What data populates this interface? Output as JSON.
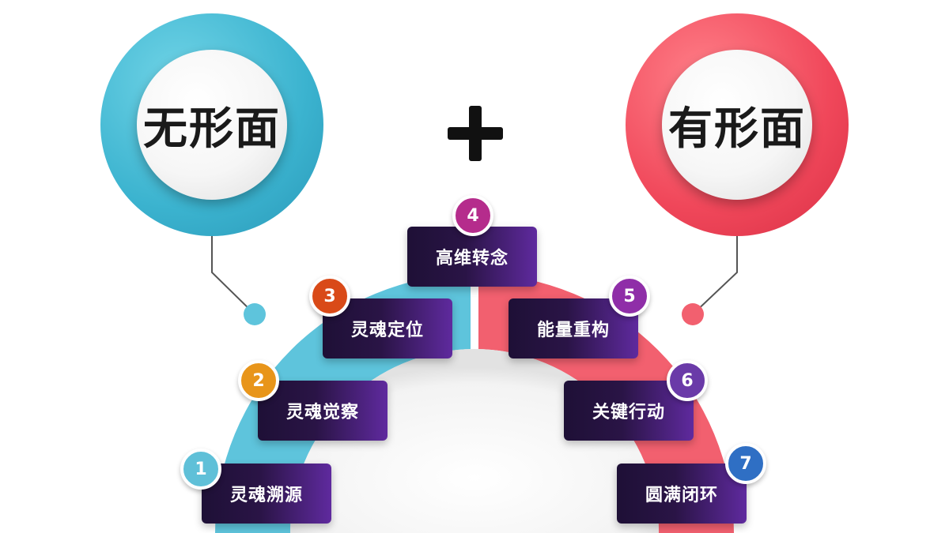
{
  "left_circle": {
    "label": "无形面",
    "color": "#3bb3cf"
  },
  "right_circle": {
    "label": "有形面",
    "color": "#f0475a"
  },
  "operator": "+",
  "steps": [
    {
      "number": "1",
      "label": "灵魂溯源",
      "badge_color": "#5fc0d8"
    },
    {
      "number": "2",
      "label": "灵魂觉察",
      "badge_color": "#e8951a"
    },
    {
      "number": "3",
      "label": "灵魂定位",
      "badge_color": "#d94a18"
    },
    {
      "number": "4",
      "label": "高维转念",
      "badge_color": "#b52c8c"
    },
    {
      "number": "5",
      "label": "能量重构",
      "badge_color": "#8f2ea8"
    },
    {
      "number": "6",
      "label": "关键行动",
      "badge_color": "#6a3aa8"
    },
    {
      "number": "7",
      "label": "圆满闭环",
      "badge_color": "#2f6fc4"
    }
  ]
}
